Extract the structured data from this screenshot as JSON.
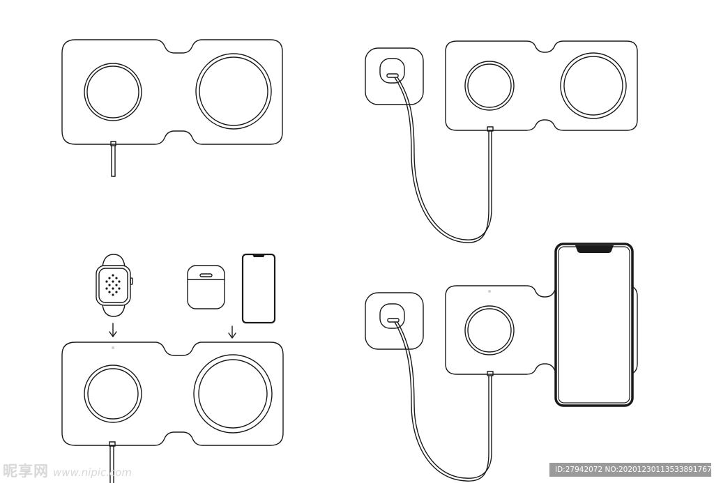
{
  "watermark": {
    "site_name": "昵享网",
    "site_url": "www.nipic.com",
    "id_text": "ID:27942072 NO:20201230113533891767"
  },
  "colors": {
    "line": "#1a1a1a",
    "background": "#ffffff",
    "watermark_text": "#d8d8d8",
    "watermark_bar": "#9a9a9a"
  },
  "panels": [
    {
      "name": "panel-pad-alone",
      "items": [
        "charging-pad",
        "cable-stub"
      ]
    },
    {
      "name": "panel-pad-plugged-in",
      "items": [
        "power-adapter",
        "charging-pad",
        "cable"
      ]
    },
    {
      "name": "panel-devices-placement",
      "items": [
        "watch",
        "earbuds-case",
        "phone",
        "arrow",
        "arrow",
        "charging-pad",
        "cable-stub"
      ]
    },
    {
      "name": "panel-phone-charging",
      "items": [
        "power-adapter",
        "charging-pad",
        "phone",
        "cable"
      ]
    }
  ],
  "icons": [
    "watch-icon",
    "earbuds-case-icon",
    "phone-icon",
    "power-adapter-icon",
    "down-arrow-icon"
  ]
}
